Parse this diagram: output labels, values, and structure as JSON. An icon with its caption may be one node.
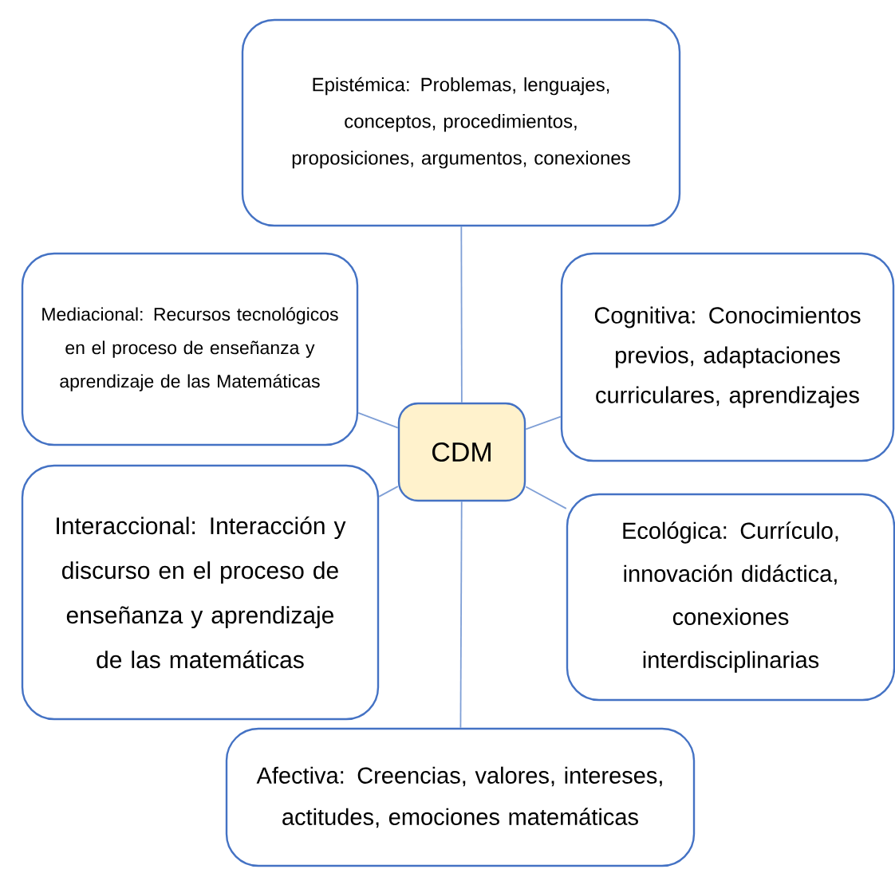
{
  "diagram": {
    "nodes": [
      {
        "text": [
          "Epistémica: Problemas, lenguajes, conceptos, procedimientos, proposiciones, argumentos, conexiones"
        ]
      },
      {
        "text": [
          "Mediacional: Recursos tecnológicos en el proceso de enseñanza y aprendizaje de las Matemáticas"
        ]
      },
      {
        "text": [
          "Cognitiva: Conocimientos previos, adaptaciones curriculares, aprendizajes"
        ]
      },
      {
        "text": [
          "CDM"
        ]
      },
      {
        "text": [
          "Interaccional: Interacción y discurso en el proceso de enseñanza y aprendizaje de las matemáticas"
        ]
      },
      {
        "text": [
          "Ecológica: Currículo, innovación didáctica, conexiones interdisciplinarias"
        ]
      },
      {
        "text": [
          "Afectiva: Creencias, valores, intereses, actitudes, emociones matemáticas"
        ]
      }
    ],
    "edges": [
      {
        "from": 3,
        "to": 0,
        "arrow": "none"
      },
      {
        "from": 3,
        "to": 1,
        "arrow": "none"
      },
      {
        "from": 3,
        "to": 2,
        "arrow": "none"
      },
      {
        "from": 3,
        "to": 4,
        "arrow": "none"
      },
      {
        "from": 3,
        "to": 5,
        "arrow": "none"
      },
      {
        "from": 3,
        "to": 6,
        "arrow": "none"
      }
    ]
  }
}
